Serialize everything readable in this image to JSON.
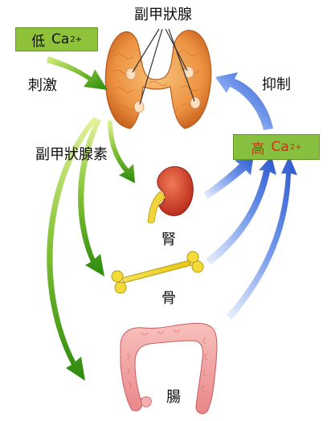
{
  "labels": {
    "parathyroid": "副甲狀腺",
    "stimulate": "刺激",
    "inhibit": "抑制",
    "hormone": "副甲狀腺素",
    "kidney": "腎",
    "bone": "骨",
    "intestine": "腸"
  },
  "low_calcium": {
    "prefix": "低",
    "ion": "Ca",
    "charge": "2+"
  },
  "high_calcium": {
    "prefix": "高",
    "ion": "Ca",
    "charge": "2+"
  },
  "colors": {
    "low_box": "#8fc23a",
    "high_box": "#86c03e",
    "high_text": "#e0261c",
    "green_arrow": "#4fa21e",
    "blue_arrow": "#2f5fd0",
    "gland": "#e8893a",
    "kidney": "#d9402a",
    "bone": "#f0d81e",
    "intestine": "#f2a0a0"
  }
}
